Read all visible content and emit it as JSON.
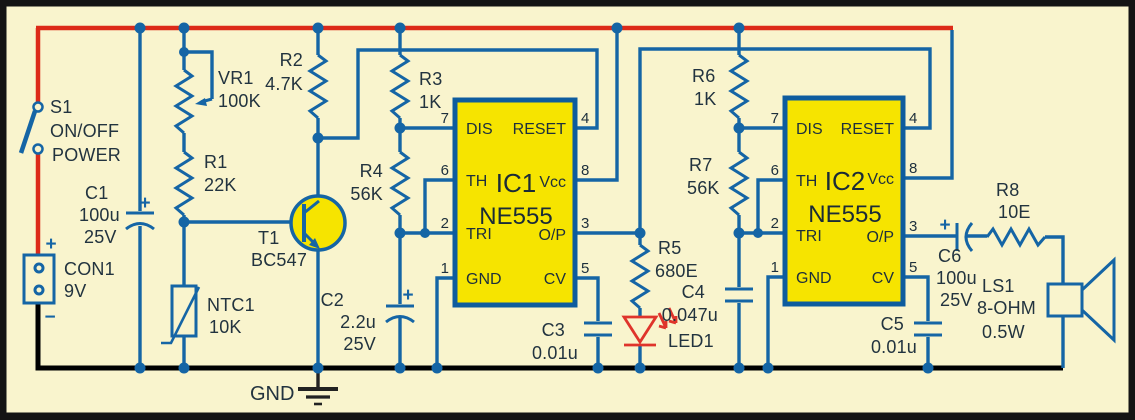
{
  "colors": {
    "background": "#F9F4CD",
    "wire": "#1565A5",
    "power_rail": "#DD2A18",
    "ground_rail": "#000000",
    "ic_fill": "#F6E400",
    "ic_border": "#0E5C9E",
    "led": "#DF342B",
    "text": "#22333F"
  },
  "components": {
    "s1": {
      "ref": "S1",
      "line2": "ON/OFF",
      "line3": "POWER"
    },
    "con1": {
      "ref": "CON1",
      "value": "9V",
      "plus": "+",
      "minus": "−"
    },
    "c1": {
      "ref": "C1",
      "value": "100u",
      "voltage": "25V",
      "plus": "+"
    },
    "vr1": {
      "ref": "VR1",
      "value": "100K"
    },
    "r1": {
      "ref": "R1",
      "value": "22K"
    },
    "ntc1": {
      "ref": "NTC1",
      "value": "10K"
    },
    "t1": {
      "ref": "T1",
      "value": "BC547"
    },
    "r2": {
      "ref": "R2",
      "value": "4.7K"
    },
    "r3": {
      "ref": "R3",
      "value": "1K"
    },
    "r4": {
      "ref": "R4",
      "value": "56K"
    },
    "c2": {
      "ref": "C2",
      "value": "2.2u",
      "voltage": "25V",
      "plus": "+"
    },
    "c3": {
      "ref": "C3",
      "value": "0.01u"
    },
    "r5": {
      "ref": "R5",
      "value": "680E"
    },
    "led1": {
      "ref": "LED1"
    },
    "c4": {
      "ref": "C4",
      "value": "0.047u"
    },
    "r6": {
      "ref": "R6",
      "value": "1K"
    },
    "r7": {
      "ref": "R7",
      "value": "56K"
    },
    "c5": {
      "ref": "C5",
      "value": "0.01u"
    },
    "c6": {
      "ref": "C6",
      "value": "100u",
      "voltage": "25V",
      "plus": "+"
    },
    "r8": {
      "ref": "R8",
      "value": "10E"
    },
    "ls1": {
      "ref": "LS1",
      "value": "8-OHM",
      "power": "0.5W"
    },
    "gnd": {
      "label": "GND"
    }
  },
  "ic1": {
    "ref": "IC1",
    "part": "NE555",
    "pins": {
      "dis": "DIS",
      "th": "TH",
      "tri": "TRI",
      "gnd": "GND",
      "reset": "RESET",
      "vcc": "Vcc",
      "op": "O/P",
      "cv": "CV"
    },
    "pin_numbers": {
      "dis": "7",
      "th": "6",
      "tri": "2",
      "gnd": "1",
      "reset": "4",
      "vcc": "8",
      "op": "3",
      "cv": "5"
    }
  },
  "ic2": {
    "ref": "IC2",
    "part": "NE555",
    "pins": {
      "dis": "DIS",
      "th": "TH",
      "tri": "TRI",
      "gnd": "GND",
      "reset": "RESET",
      "vcc": "Vcc",
      "op": "O/P",
      "cv": "CV"
    },
    "pin_numbers": {
      "dis": "7",
      "th": "6",
      "tri": "2",
      "gnd": "1",
      "reset": "4",
      "vcc": "8",
      "op": "3",
      "cv": "5"
    }
  }
}
